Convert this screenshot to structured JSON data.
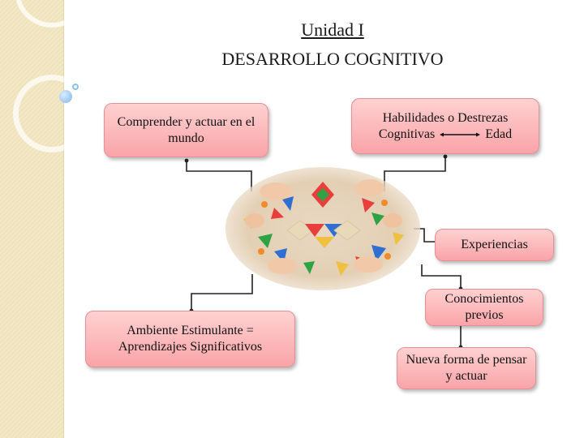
{
  "title": {
    "line1": "Unidad I",
    "line2": "DESARROLLO COGNITIVO"
  },
  "boxes": {
    "comprender": "Comprender y actuar en el mundo",
    "habilidades_line1": "Habilidades o Destrezas",
    "habilidades_left": "Cognitivas",
    "habilidades_right": "Edad",
    "experiencias": "Experiencias",
    "conocimientos": "Conocimientos previos",
    "ambiente": "Ambiente Estimulante  = Aprendizajes Significativos",
    "nueva": "Nueva forma de pensar y actuar"
  },
  "colors": {
    "box_fill_top": "#ffd1d1",
    "box_fill_bottom": "#f9a4a8",
    "connector": "#222222"
  }
}
